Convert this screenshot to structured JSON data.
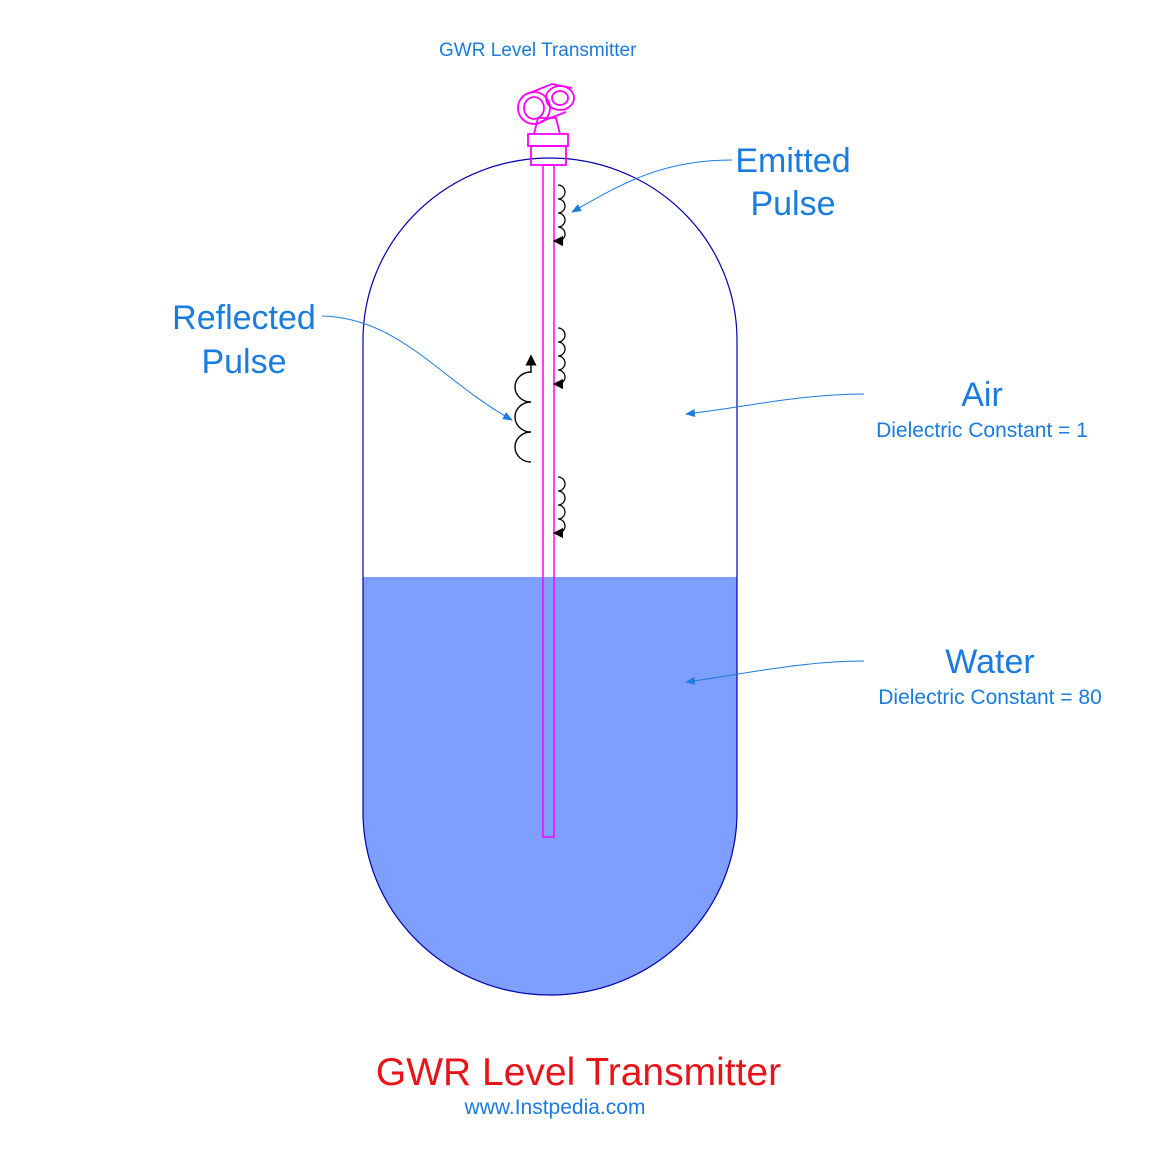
{
  "diagram": {
    "transmitter_label": "GWR Level Transmitter",
    "emitted_pulse": {
      "line1": "Emitted",
      "line2": "Pulse"
    },
    "reflected_pulse": {
      "line1": "Reflected",
      "line2": "Pulse"
    },
    "air": {
      "name": "Air",
      "dielectric": "Dielectric Constant = 1"
    },
    "water": {
      "name": "Water",
      "dielectric": "Dielectric Constant = 80"
    },
    "title": "GWR Level Transmitter",
    "website": "www.Instpedia.com"
  },
  "colors": {
    "label_blue": "#1a7be0",
    "title_red": "#e8141a",
    "vessel_outline": "#0000b0",
    "water_fill": "#7f9ffe",
    "probe_magenta": "#ff00ff"
  }
}
